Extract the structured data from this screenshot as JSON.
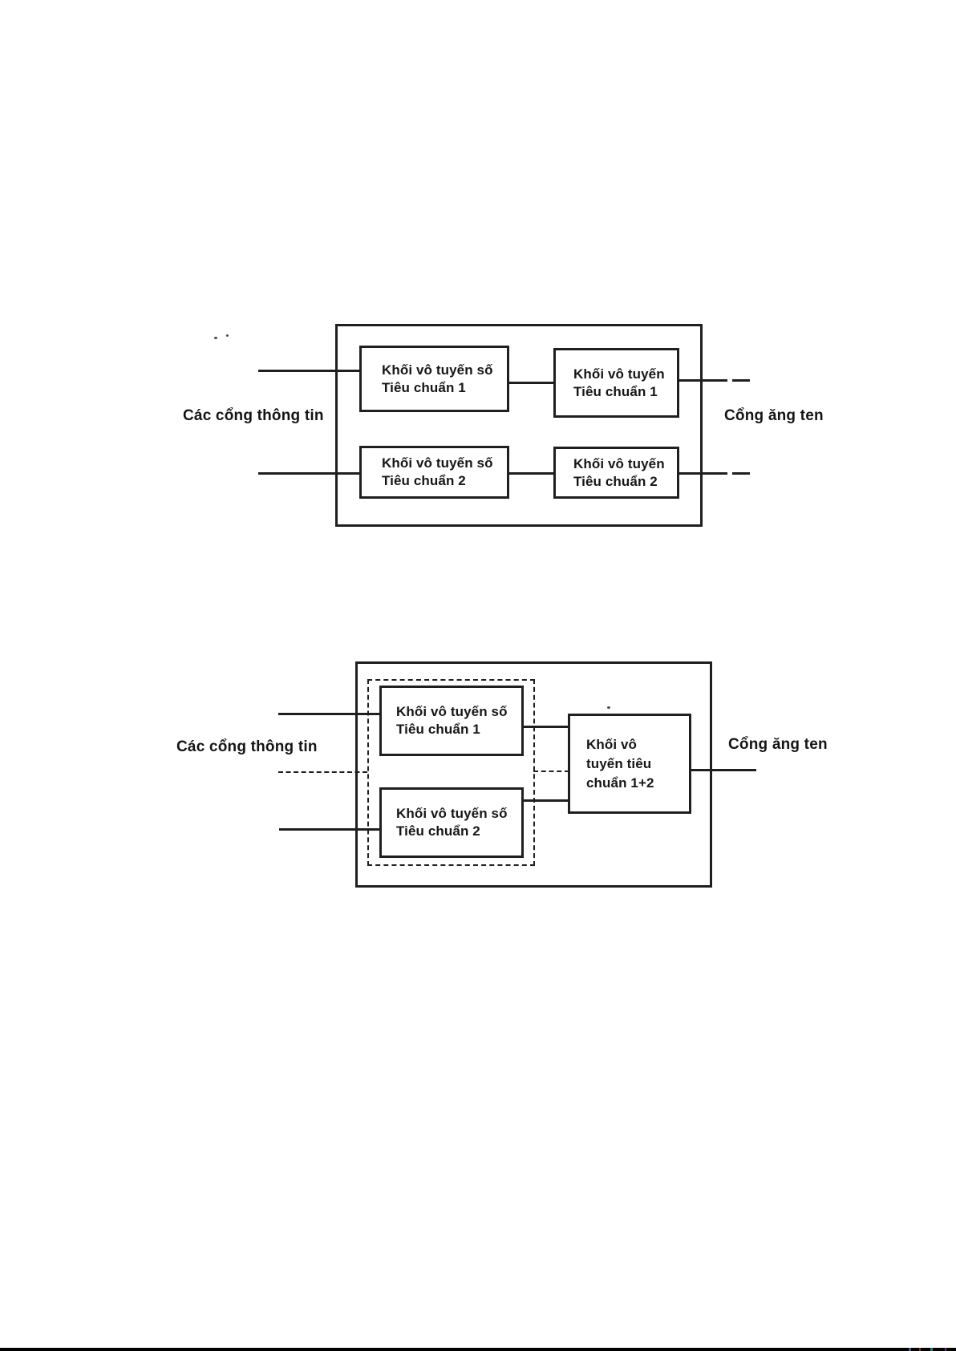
{
  "document": {
    "kind": "scanned block diagrams",
    "colors": {
      "ink": "#1f1f1f",
      "background": "#ffffff",
      "footer_bar": "#000000"
    },
    "footer_noise_colors": [
      "#355a7a",
      "#7a3535",
      "#35766a",
      "#5a357a"
    ]
  },
  "diagram1": {
    "left_label": "Các cổng thông tin",
    "right_label": "Cổng ăng ten",
    "boxes": {
      "digital1": {
        "lines": [
          "Khối vô tuyến số",
          "Tiêu chuẩn 1"
        ]
      },
      "rf1": {
        "lines": [
          "Khối vô tuyến",
          "Tiêu chuẩn 1"
        ]
      },
      "digital2": {
        "lines": [
          "Khối vô tuyến số",
          "Tiêu chuẩn 2"
        ]
      },
      "rf2": {
        "lines": [
          "Khối vô tuyến",
          "Tiêu chuẩn 2"
        ]
      }
    }
  },
  "diagram2": {
    "left_label": "Các cổng thông tin",
    "right_label": "Cổng ăng ten",
    "boxes": {
      "digital1": {
        "lines": [
          "Khối vô tuyến số",
          "Tiêu chuẩn 1"
        ]
      },
      "digital2": {
        "lines": [
          "Khối vô tuyến số",
          "Tiêu chuẩn 2"
        ]
      },
      "combined": {
        "lines": [
          "Khối vô",
          "tuyến tiêu",
          "chuẩn 1+2"
        ]
      }
    }
  }
}
